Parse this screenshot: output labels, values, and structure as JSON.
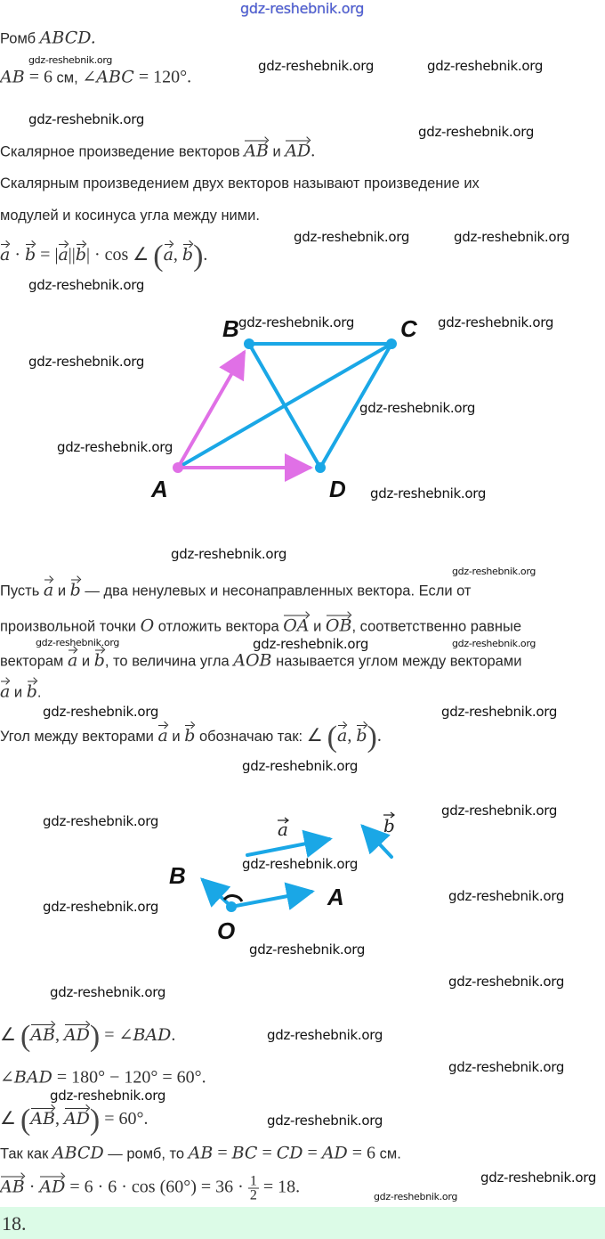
{
  "watermark": "gdz-reshebnik.org",
  "colors": {
    "blue": "#1aa7e6",
    "pink": "#e070e6",
    "answer_bg": "#dcfbe7"
  },
  "lines": [
    {
      "y": "l1",
      "segs": [
        {
          "t": "Ромб "
        },
        {
          "t": "ABCD",
          "m": 1
        },
        {
          "t": ".",
          "m": 1
        }
      ]
    },
    {
      "y": "l2",
      "segs": [
        {
          "t": "AB",
          "m": 1
        },
        {
          "t": " = 6",
          "r": 1
        },
        {
          "t": " см, "
        },
        {
          "t": "∠ABC",
          "m": 1
        },
        {
          "t": " = 120°.",
          "r": 1
        }
      ]
    },
    {
      "y": "l3",
      "segs": [
        {
          "t": "Скалярное произведение векторов "
        },
        {
          "t": "AB",
          "m": 1,
          "v": 1
        },
        {
          "t": " и "
        },
        {
          "t": "AD",
          "m": 1,
          "v": 1
        },
        {
          "t": ".",
          "r": 1
        }
      ]
    },
    {
      "y": "l4",
      "segs": [
        {
          "t": "Скалярным произведением двух векторов называют произведение их"
        }
      ]
    },
    {
      "y": "l5",
      "segs": [
        {
          "t": "модулей и косинуса угла между ними."
        }
      ]
    },
    {
      "y": "l6",
      "segs": [
        {
          "t": "a",
          "m": 1,
          "v": 1
        },
        {
          "t": " · ",
          "r": 1
        },
        {
          "t": "b",
          "m": 1,
          "v": 1
        },
        {
          "t": " = |",
          "r": 1
        },
        {
          "t": "a",
          "m": 1,
          "v": 1
        },
        {
          "t": "||",
          "r": 1
        },
        {
          "t": "b",
          "m": 1,
          "v": 1
        },
        {
          "t": "| · cos ∠ ",
          "r": 1
        },
        {
          "t": "(",
          "p": 1
        },
        {
          "t": "a",
          "m": 1,
          "v": 1
        },
        {
          "t": ", ",
          "r": 1
        },
        {
          "t": "b",
          "m": 1,
          "v": 1
        },
        {
          "t": ")",
          "p": 1
        },
        {
          "t": ".",
          "r": 1
        }
      ]
    },
    {
      "y": "l7",
      "segs": [
        {
          "t": "Пусть "
        },
        {
          "t": "a",
          "m": 1,
          "v": 1
        },
        {
          "t": " и "
        },
        {
          "t": "b",
          "m": 1,
          "v": 1
        },
        {
          "t": " — два ненулевых и несонаправленных вектора. Если от"
        }
      ]
    },
    {
      "y": "l8",
      "segs": [
        {
          "t": "произвольной точки "
        },
        {
          "t": "O",
          "m": 1
        },
        {
          "t": " отложить вектора "
        },
        {
          "t": "OA",
          "m": 1,
          "v": 1
        },
        {
          "t": " и "
        },
        {
          "t": "OB",
          "m": 1,
          "v": 1
        },
        {
          "t": ", соответственно равные"
        }
      ]
    },
    {
      "y": "l9",
      "segs": [
        {
          "t": "векторам "
        },
        {
          "t": "a",
          "m": 1,
          "v": 1
        },
        {
          "t": " и "
        },
        {
          "t": "b",
          "m": 1,
          "v": 1
        },
        {
          "t": ", то величина угла "
        },
        {
          "t": "AOB",
          "m": 1
        },
        {
          "t": " называется углом между векторами"
        }
      ]
    },
    {
      "y": "l10",
      "segs": [
        {
          "t": "a",
          "m": 1,
          "v": 1
        },
        {
          "t": " и "
        },
        {
          "t": "b",
          "m": 1,
          "v": 1
        },
        {
          "t": "."
        }
      ]
    },
    {
      "y": "l11",
      "segs": [
        {
          "t": "Угол между векторами "
        },
        {
          "t": "a",
          "m": 1,
          "v": 1
        },
        {
          "t": " и "
        },
        {
          "t": "b",
          "m": 1,
          "v": 1
        },
        {
          "t": " обозначаю так: "
        },
        {
          "t": "∠ ",
          "r": 1
        },
        {
          "t": "(",
          "p": 1
        },
        {
          "t": "a",
          "m": 1,
          "v": 1
        },
        {
          "t": ",  ",
          "r": 1
        },
        {
          "t": "b",
          "m": 1,
          "v": 1
        },
        {
          "t": ")",
          "p": 1
        },
        {
          "t": ".",
          "r": 1
        }
      ]
    },
    {
      "y": "l12",
      "segs": [
        {
          "t": "∠ ",
          "r": 1
        },
        {
          "t": "(",
          "p": 1
        },
        {
          "t": "AB",
          "m": 1,
          "v": 1
        },
        {
          "t": ", ",
          "r": 1
        },
        {
          "t": "AD",
          "m": 1,
          "v": 1
        },
        {
          "t": ")",
          "p": 1
        },
        {
          "t": " = ",
          "r": 1
        },
        {
          "t": "∠BAD",
          "m": 1
        },
        {
          "t": ".",
          "r": 1
        }
      ]
    },
    {
      "y": "l13",
      "segs": [
        {
          "t": "∠BAD",
          "m": 1
        },
        {
          "t": " = 180° − 120° = 60°.",
          "r": 1
        }
      ]
    },
    {
      "y": "l14",
      "segs": [
        {
          "t": "∠ ",
          "r": 1
        },
        {
          "t": "(",
          "p": 1
        },
        {
          "t": "AB",
          "m": 1,
          "v": 1
        },
        {
          "t": ", ",
          "r": 1
        },
        {
          "t": "AD",
          "m": 1,
          "v": 1
        },
        {
          "t": ")",
          "p": 1
        },
        {
          "t": " = 60°.",
          "r": 1
        }
      ]
    },
    {
      "y": "l15",
      "segs": [
        {
          "t": "Так как "
        },
        {
          "t": "ABCD",
          "m": 1
        },
        {
          "t": " — ромб, то "
        },
        {
          "t": "AB",
          "m": 1
        },
        {
          "t": " = ",
          "r": 1
        },
        {
          "t": "BC",
          "m": 1
        },
        {
          "t": " = ",
          "r": 1
        },
        {
          "t": "CD",
          "m": 1
        },
        {
          "t": " = ",
          "r": 1
        },
        {
          "t": "AD",
          "m": 1
        },
        {
          "t": " = 6",
          "r": 1
        },
        {
          "t": " см."
        }
      ]
    },
    {
      "y": "l16",
      "segs": [
        {
          "t": "AB",
          "m": 1,
          "v": 1
        },
        {
          "t": " · ",
          "r": 1
        },
        {
          "t": "AD",
          "m": 1,
          "v": 1
        },
        {
          "t": " = 6 · 6 · cos (60°) = 36 · ",
          "r": 1
        },
        {
          "f": [
            "1",
            "2"
          ]
        },
        {
          "t": " = 18.",
          "r": 1
        }
      ]
    }
  ],
  "diagram1": {
    "labels": {
      "A": "A",
      "B": "B",
      "C": "C",
      "D": "D"
    }
  },
  "diagram2": {
    "labels": {
      "a": "a",
      "b": "b",
      "A": "A",
      "B": "B",
      "O": "O"
    }
  },
  "answer": "18."
}
